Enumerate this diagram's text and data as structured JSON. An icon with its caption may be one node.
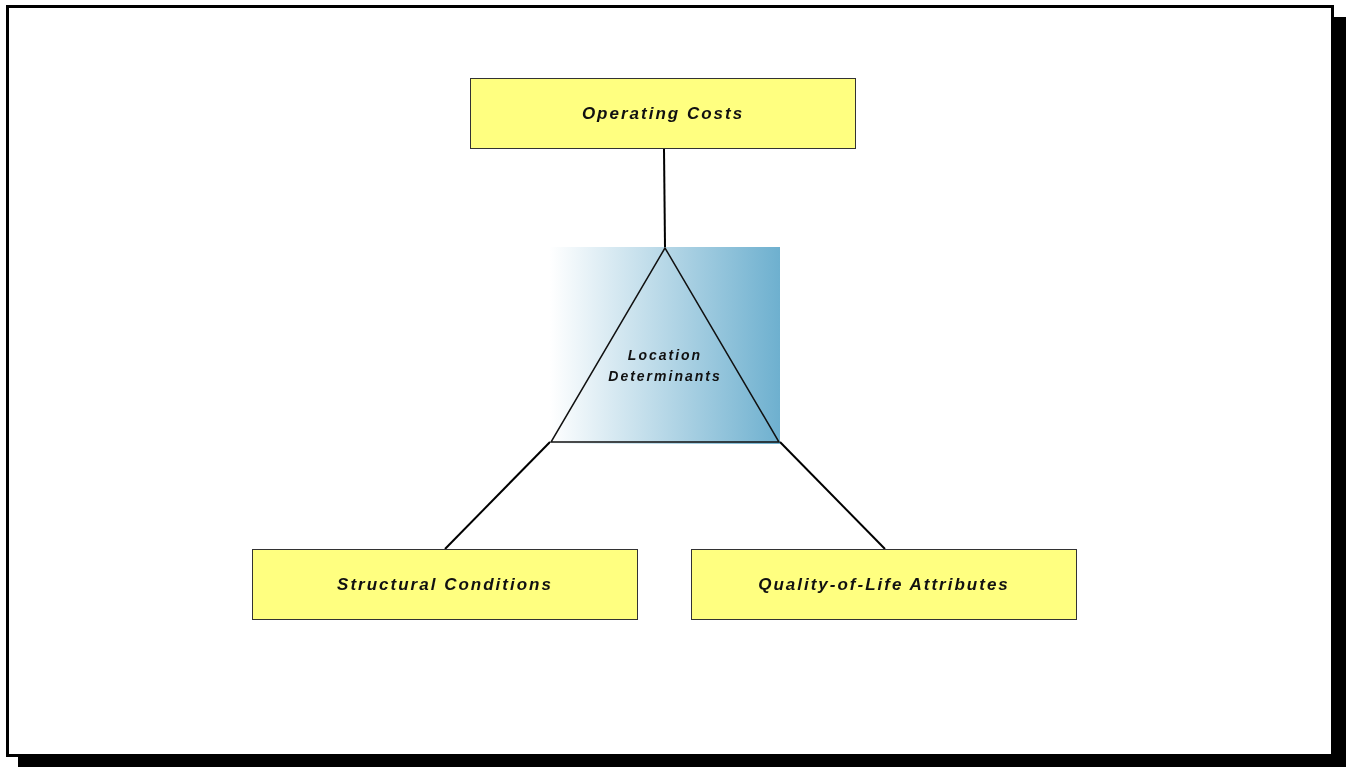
{
  "diagram": {
    "nodes": [
      {
        "text": [
          "Operating Costs"
        ]
      },
      {
        "text": [
          "Location Determinants"
        ]
      },
      {
        "text": [
          "Structural Conditions"
        ]
      },
      {
        "text": [
          "Quality-of-Life Attributes"
        ]
      }
    ],
    "edges": [
      {
        "from": 0,
        "to": 1,
        "arrow": "none"
      },
      {
        "from": 2,
        "to": 1,
        "arrow": "none"
      },
      {
        "from": 3,
        "to": 1,
        "arrow": "none"
      }
    ]
  }
}
